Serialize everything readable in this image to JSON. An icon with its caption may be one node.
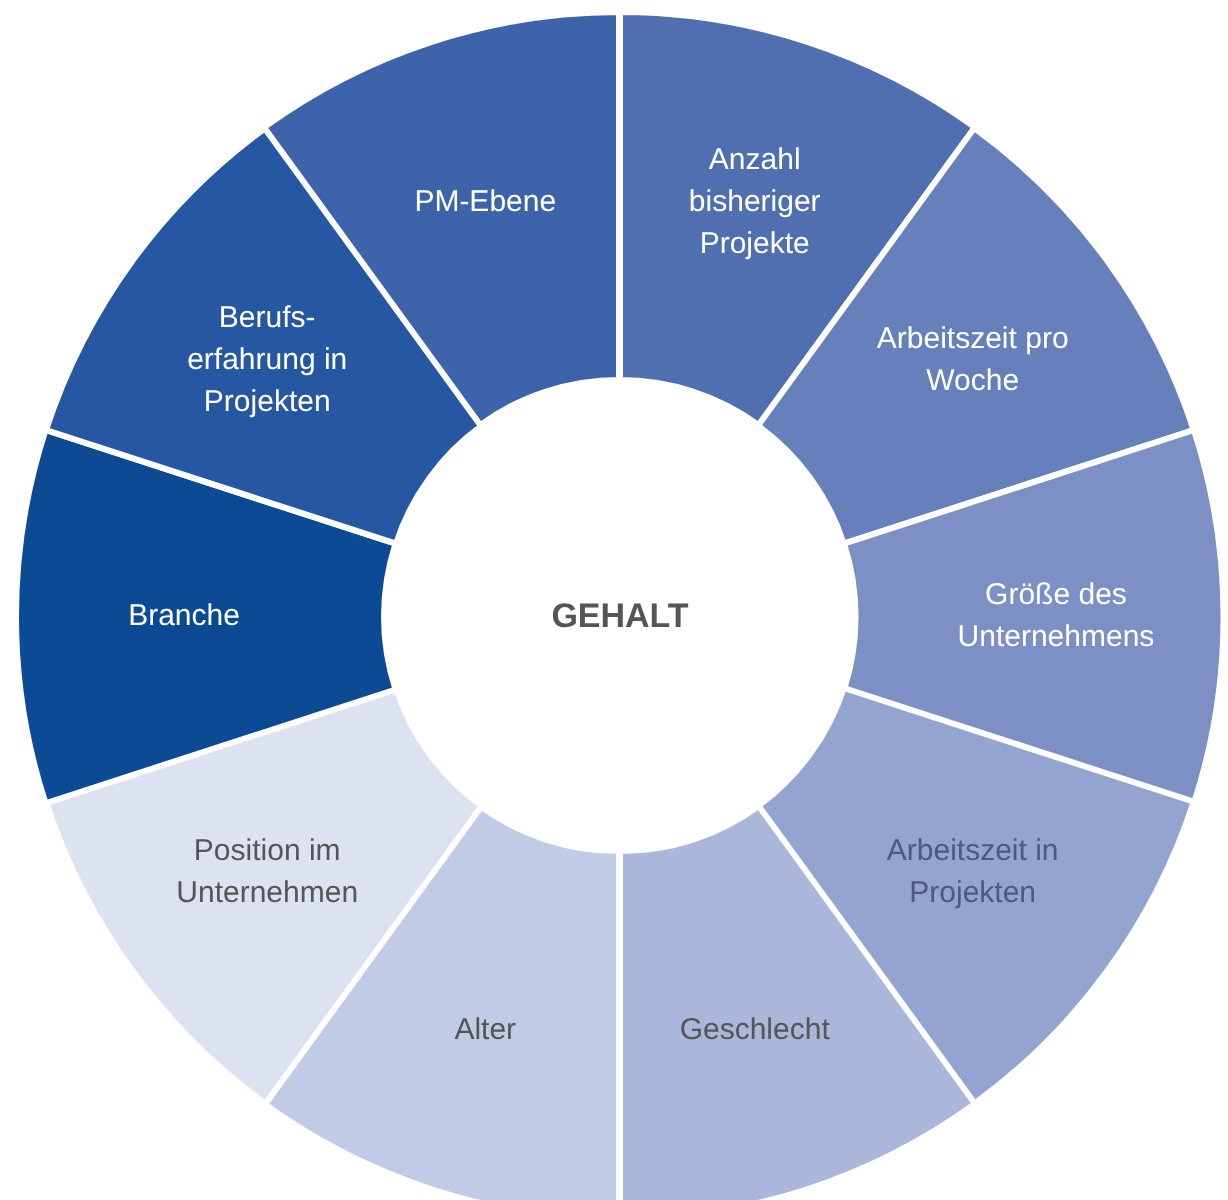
{
  "diagram": {
    "nodes": [
      {
        "text": [
          "GEHALT"
        ]
      },
      {
        "text": [
          "Anzahl bisheriger Projekte"
        ]
      },
      {
        "text": [
          "Arbeitszeit pro Woche"
        ]
      },
      {
        "text": [
          "Größe des Unternehmens"
        ]
      },
      {
        "text": [
          "Arbeitszeit in Projekten"
        ]
      },
      {
        "text": [
          "Geschlecht"
        ]
      },
      {
        "text": [
          "Alter"
        ]
      },
      {
        "text": [
          "Position im Unternehmen"
        ]
      },
      {
        "text": [
          "Branche"
        ]
      },
      {
        "text": [
          "Berufs- erfahrung in Projekten"
        ]
      },
      {
        "text": [
          "PM-Ebene"
        ]
      }
    ]
  }
}
